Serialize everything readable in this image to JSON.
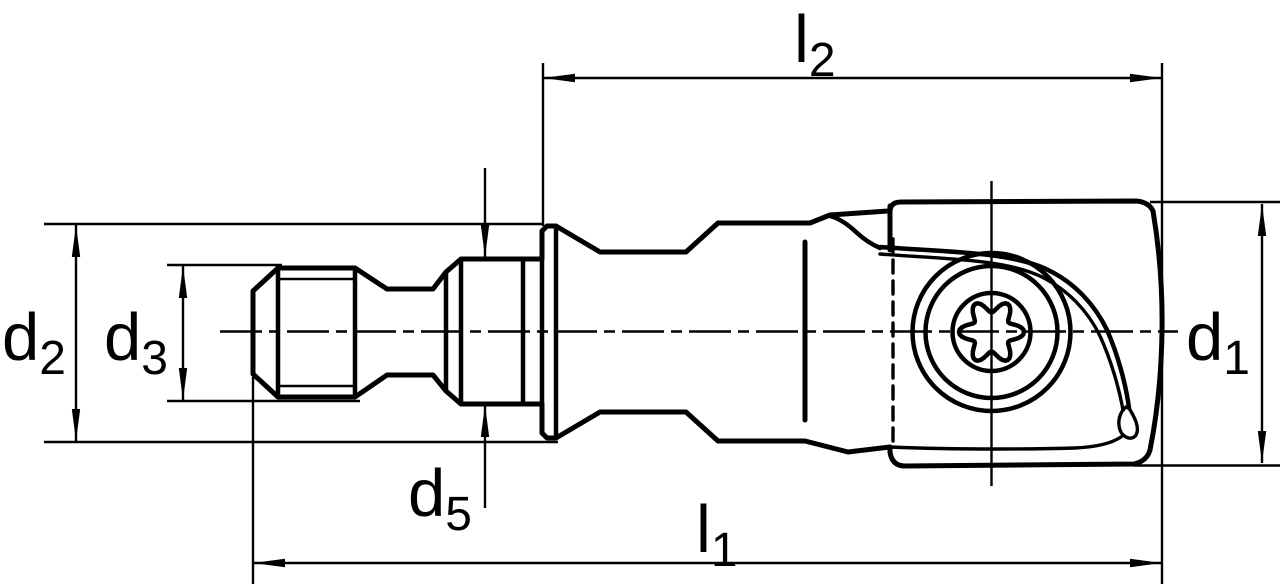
{
  "drawing": {
    "background_color": "#ffffff",
    "line_color": "#000000",
    "part_fill_color": "#d2d2d2"
  },
  "dimension_labels": {
    "l2": {
      "base": "l",
      "sub": "2"
    },
    "d2": {
      "base": "d",
      "sub": "2"
    },
    "d3": {
      "base": "d",
      "sub": "3"
    },
    "d5": {
      "base": "d",
      "sub": "5"
    },
    "l1": {
      "base": "l",
      "sub": "1"
    },
    "d1": {
      "base": "d",
      "sub": "1"
    }
  }
}
